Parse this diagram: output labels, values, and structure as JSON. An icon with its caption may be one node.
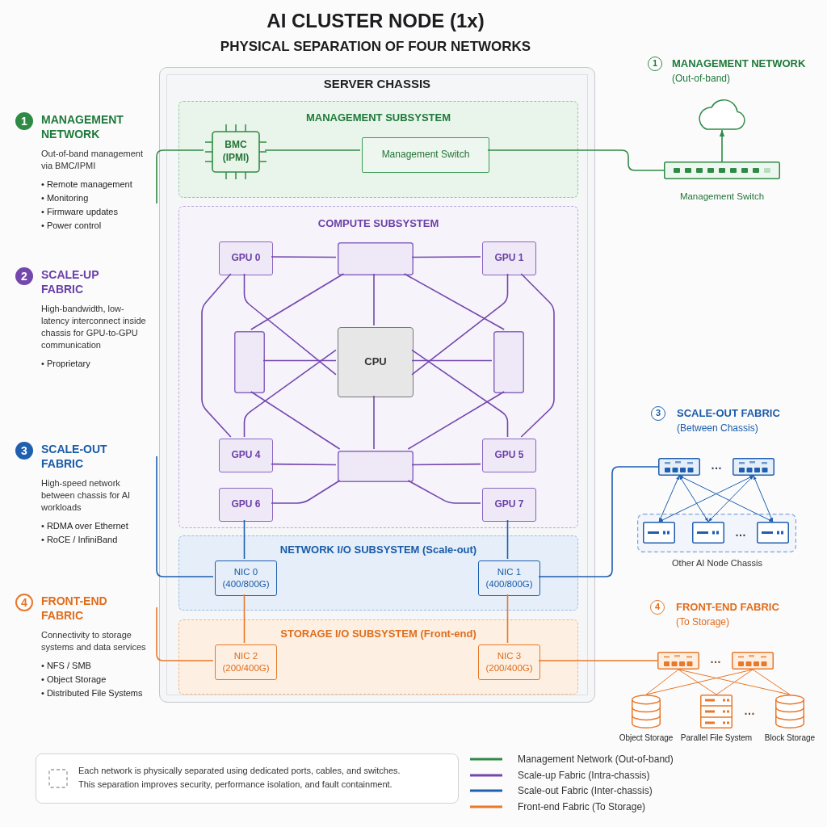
{
  "diagram": {
    "title": "AI CLUSTER NODE (1x)",
    "nodes": [
      {
        "text": [
          "SERVER CHASSIS"
        ]
      },
      {
        "text": [
          "MANAGEMENT SUBSYSTEM"
        ],
        "in": 0
      },
      {
        "text": [
          "BMC",
          "(IPMI)"
        ],
        "in": 1
      },
      {
        "text": [
          "Management Switch"
        ],
        "in": 1
      },
      {
        "text": [
          "COMPUTE SUBSYSTEM"
        ],
        "in": 0
      },
      {
        "text": [
          "GPU 0"
        ],
        "in": 4
      },
      {
        "text": [],
        "shape": "box",
        "in": 4
      },
      {
        "text": [
          "GPU 1"
        ],
        "in": 4
      },
      {
        "text": [],
        "shape": "box",
        "in": 4
      },
      {
        "text": [
          "CPU"
        ],
        "in": 4
      },
      {
        "text": [],
        "shape": "box",
        "in": 4
      },
      {
        "text": [
          "GPU 4"
        ],
        "in": 4
      },
      {
        "text": [],
        "shape": "box",
        "in": 4
      },
      {
        "text": [
          "GPU 5"
        ],
        "in": 4
      },
      {
        "text": [
          "GPU 6"
        ],
        "in": 4
      },
      {
        "text": [
          "GPU 7"
        ],
        "in": 4
      },
      {
        "text": [
          "NETWORK I/O SUBSYSTEM (Scale-out)"
        ],
        "in": 0
      },
      {
        "text": [
          "NIC 0",
          "(400/800G)"
        ],
        "in": 16
      },
      {
        "text": [
          "NIC 1",
          "(400/800G)"
        ],
        "in": 16
      },
      {
        "text": [
          "STORAGE I/O SUBSYSTEM (Front-end)"
        ],
        "in": 0
      },
      {
        "text": [
          "NIC 2",
          "(200/400G)"
        ],
        "in": 19
      },
      {
        "text": [
          "NIC 3",
          "(200/400G)"
        ],
        "in": 19
      },
      {
        "text": [],
        "shape": "cloud"
      },
      {
        "text": [],
        "shape": "box",
        "beside": [
          "Management Switch"
        ]
      },
      {
        "text": [],
        "shape": "box"
      },
      {
        "text": [],
        "shape": "box"
      },
      {
        "text": [],
        "shape": "box",
        "beside": [
          "Other AI Node Chassis"
        ]
      },
      {
        "text": [],
        "shape": "box",
        "in": 26
      },
      {
        "text": [],
        "shape": "box",
        "in": 26
      },
      {
        "text": [],
        "shape": "box",
        "in": 26
      },
      {
        "text": [],
        "shape": "box"
      },
      {
        "text": [],
        "shape": "box"
      },
      {
        "text": [],
        "shape": "cylinder",
        "beside": [
          "Object Storage"
        ]
      },
      {
        "text": [],
        "shape": "box",
        "beside": [
          "Parallel File System"
        ]
      },
      {
        "text": [],
        "shape": "cylinder",
        "beside": [
          "Block Storage"
        ]
      }
    ],
    "edges": [
      {
        "from": 2,
        "to": 3,
        "arrow": "none",
        "color": "#2f8a45"
      },
      {
        "from": 3,
        "to": 23,
        "arrow": "none",
        "color": "#2f8a45"
      },
      {
        "from": 23,
        "to": 22,
        "arrow": "to",
        "color": "#2f8a45"
      },
      {
        "from": null,
        "to": 2,
        "arrow": "none",
        "color": "#2f8a45"
      },
      {
        "from": 5,
        "to": 6,
        "arrow": "none"
      },
      {
        "from": 6,
        "to": 7,
        "arrow": "none"
      },
      {
        "from": 6,
        "to": 9,
        "arrow": "none"
      },
      {
        "from": 8,
        "to": 9,
        "arrow": "none"
      },
      {
        "from": 9,
        "to": 10,
        "arrow": "none"
      },
      {
        "from": 9,
        "to": 12,
        "arrow": "none"
      },
      {
        "from": 11,
        "to": 12,
        "arrow": "none"
      },
      {
        "from": 12,
        "to": 13,
        "arrow": "none"
      },
      {
        "from": 14,
        "to": 12,
        "arrow": "none"
      },
      {
        "from": 15,
        "to": 12,
        "arrow": "none"
      },
      {
        "from": 6,
        "to": 8,
        "arrow": "none"
      },
      {
        "from": 6,
        "to": 10,
        "arrow": "none"
      },
      {
        "from": 12,
        "to": 8,
        "arrow": "none"
      },
      {
        "from": 12,
        "to": 10,
        "arrow": "none"
      },
      {
        "from": 5,
        "to": 9,
        "arrow": "none"
      },
      {
        "from": 7,
        "to": 9,
        "arrow": "none"
      },
      {
        "from": 11,
        "to": 9,
        "arrow": "none"
      },
      {
        "from": 13,
        "to": 9,
        "arrow": "none"
      },
      {
        "from": 5,
        "to": 11,
        "arrow": "none"
      },
      {
        "from": 7,
        "to": 13,
        "arrow": "none"
      },
      {
        "from": 14,
        "to": 17,
        "arrow": "none",
        "color": "#1f5fae"
      },
      {
        "from": 15,
        "to": 18,
        "arrow": "none",
        "color": "#1f5fae"
      },
      {
        "from": 17,
        "to": 20,
        "arrow": "none",
        "color": "#e8782a"
      },
      {
        "from": 18,
        "to": 21,
        "arrow": "none",
        "color": "#e8782a"
      },
      {
        "from": null,
        "to": 17,
        "arrow": "none",
        "color": "#1f5fae"
      },
      {
        "from": null,
        "to": 20,
        "arrow": "none",
        "color": "#e8782a"
      },
      {
        "from": 18,
        "to": 24,
        "arrow": "none",
        "color": "#1f5fae"
      },
      {
        "from": 21,
        "to": 30,
        "arrow": "none",
        "color": "#e8782a"
      },
      {
        "from": 24,
        "to": 27,
        "arrow": "both",
        "color": "#1f5fae"
      },
      {
        "from": 24,
        "to": 28,
        "arrow": "both",
        "color": "#1f5fae"
      },
      {
        "from": 24,
        "to": 29,
        "arrow": "both",
        "color": "#1f5fae"
      },
      {
        "from": 25,
        "to": 27,
        "arrow": "both",
        "color": "#1f5fae"
      },
      {
        "from": 25,
        "to": 28,
        "arrow": "both",
        "color": "#1f5fae"
      },
      {
        "from": 25,
        "to": 29,
        "arrow": "both",
        "color": "#1f5fae"
      },
      {
        "from": 30,
        "to": 32,
        "arrow": "none",
        "color": "#e8782a"
      },
      {
        "from": 30,
        "to": 33,
        "arrow": "none",
        "color": "#e8782a"
      },
      {
        "from": 30,
        "to": 34,
        "arrow": "none",
        "color": "#e8782a"
      },
      {
        "from": 31,
        "to": 32,
        "arrow": "none",
        "color": "#e8782a"
      },
      {
        "from": 31,
        "to": 33,
        "arrow": "none",
        "color": "#e8782a"
      },
      {
        "from": 31,
        "to": 34,
        "arrow": "none",
        "color": "#e8782a"
      }
    ],
    "labels": [
      "PHYSICAL SEPARATION OF FOUR NETWORKS",
      "1",
      "MANAGEMENT NETWORK",
      "Out-of-band management via BMC/IPMI",
      "• Remote management",
      "• Monitoring",
      "• Firmware updates",
      "• Power control",
      "2",
      "SCALE-UP FABRIC",
      "High-bandwidth, low-latency interconnect inside chassis for GPU-to-GPU communication",
      "• Proprietary",
      "3",
      "SCALE-OUT FABRIC",
      "High-speed network between chassis for AI workloads",
      "• RDMA over Ethernet",
      "• RoCE / InfiniBand",
      "4",
      "FRONT-END FABRIC",
      "Connectivity to storage systems and data services",
      "• NFS / SMB",
      "• Object Storage",
      "• Distributed File Systems",
      "1",
      "MANAGEMENT NETWORK",
      "(Out-of-band)",
      "3",
      "SCALE-OUT FABRIC",
      "(Between Chassis)",
      "…",
      "…",
      "4",
      "FRONT-END FABRIC",
      "(To Storage)",
      "…",
      "…",
      "Each network is physically separated using dedicated ports, cables, and switches.",
      "This separation improves security, performance isolation, and fault containment."
    ],
    "legend": [
      {
        "text": "Management Network (Out-of-band)",
        "color": "#2f8a45"
      },
      {
        "text": "Scale-up Fabric (Intra-chassis)",
        "color": "#7447ad"
      },
      {
        "text": "Scale-out Fabric (Inter-chassis)",
        "color": "#1f5fae"
      },
      {
        "text": "Front-end Fabric (To Storage)",
        "color": "#e8782a"
      }
    ]
  }
}
